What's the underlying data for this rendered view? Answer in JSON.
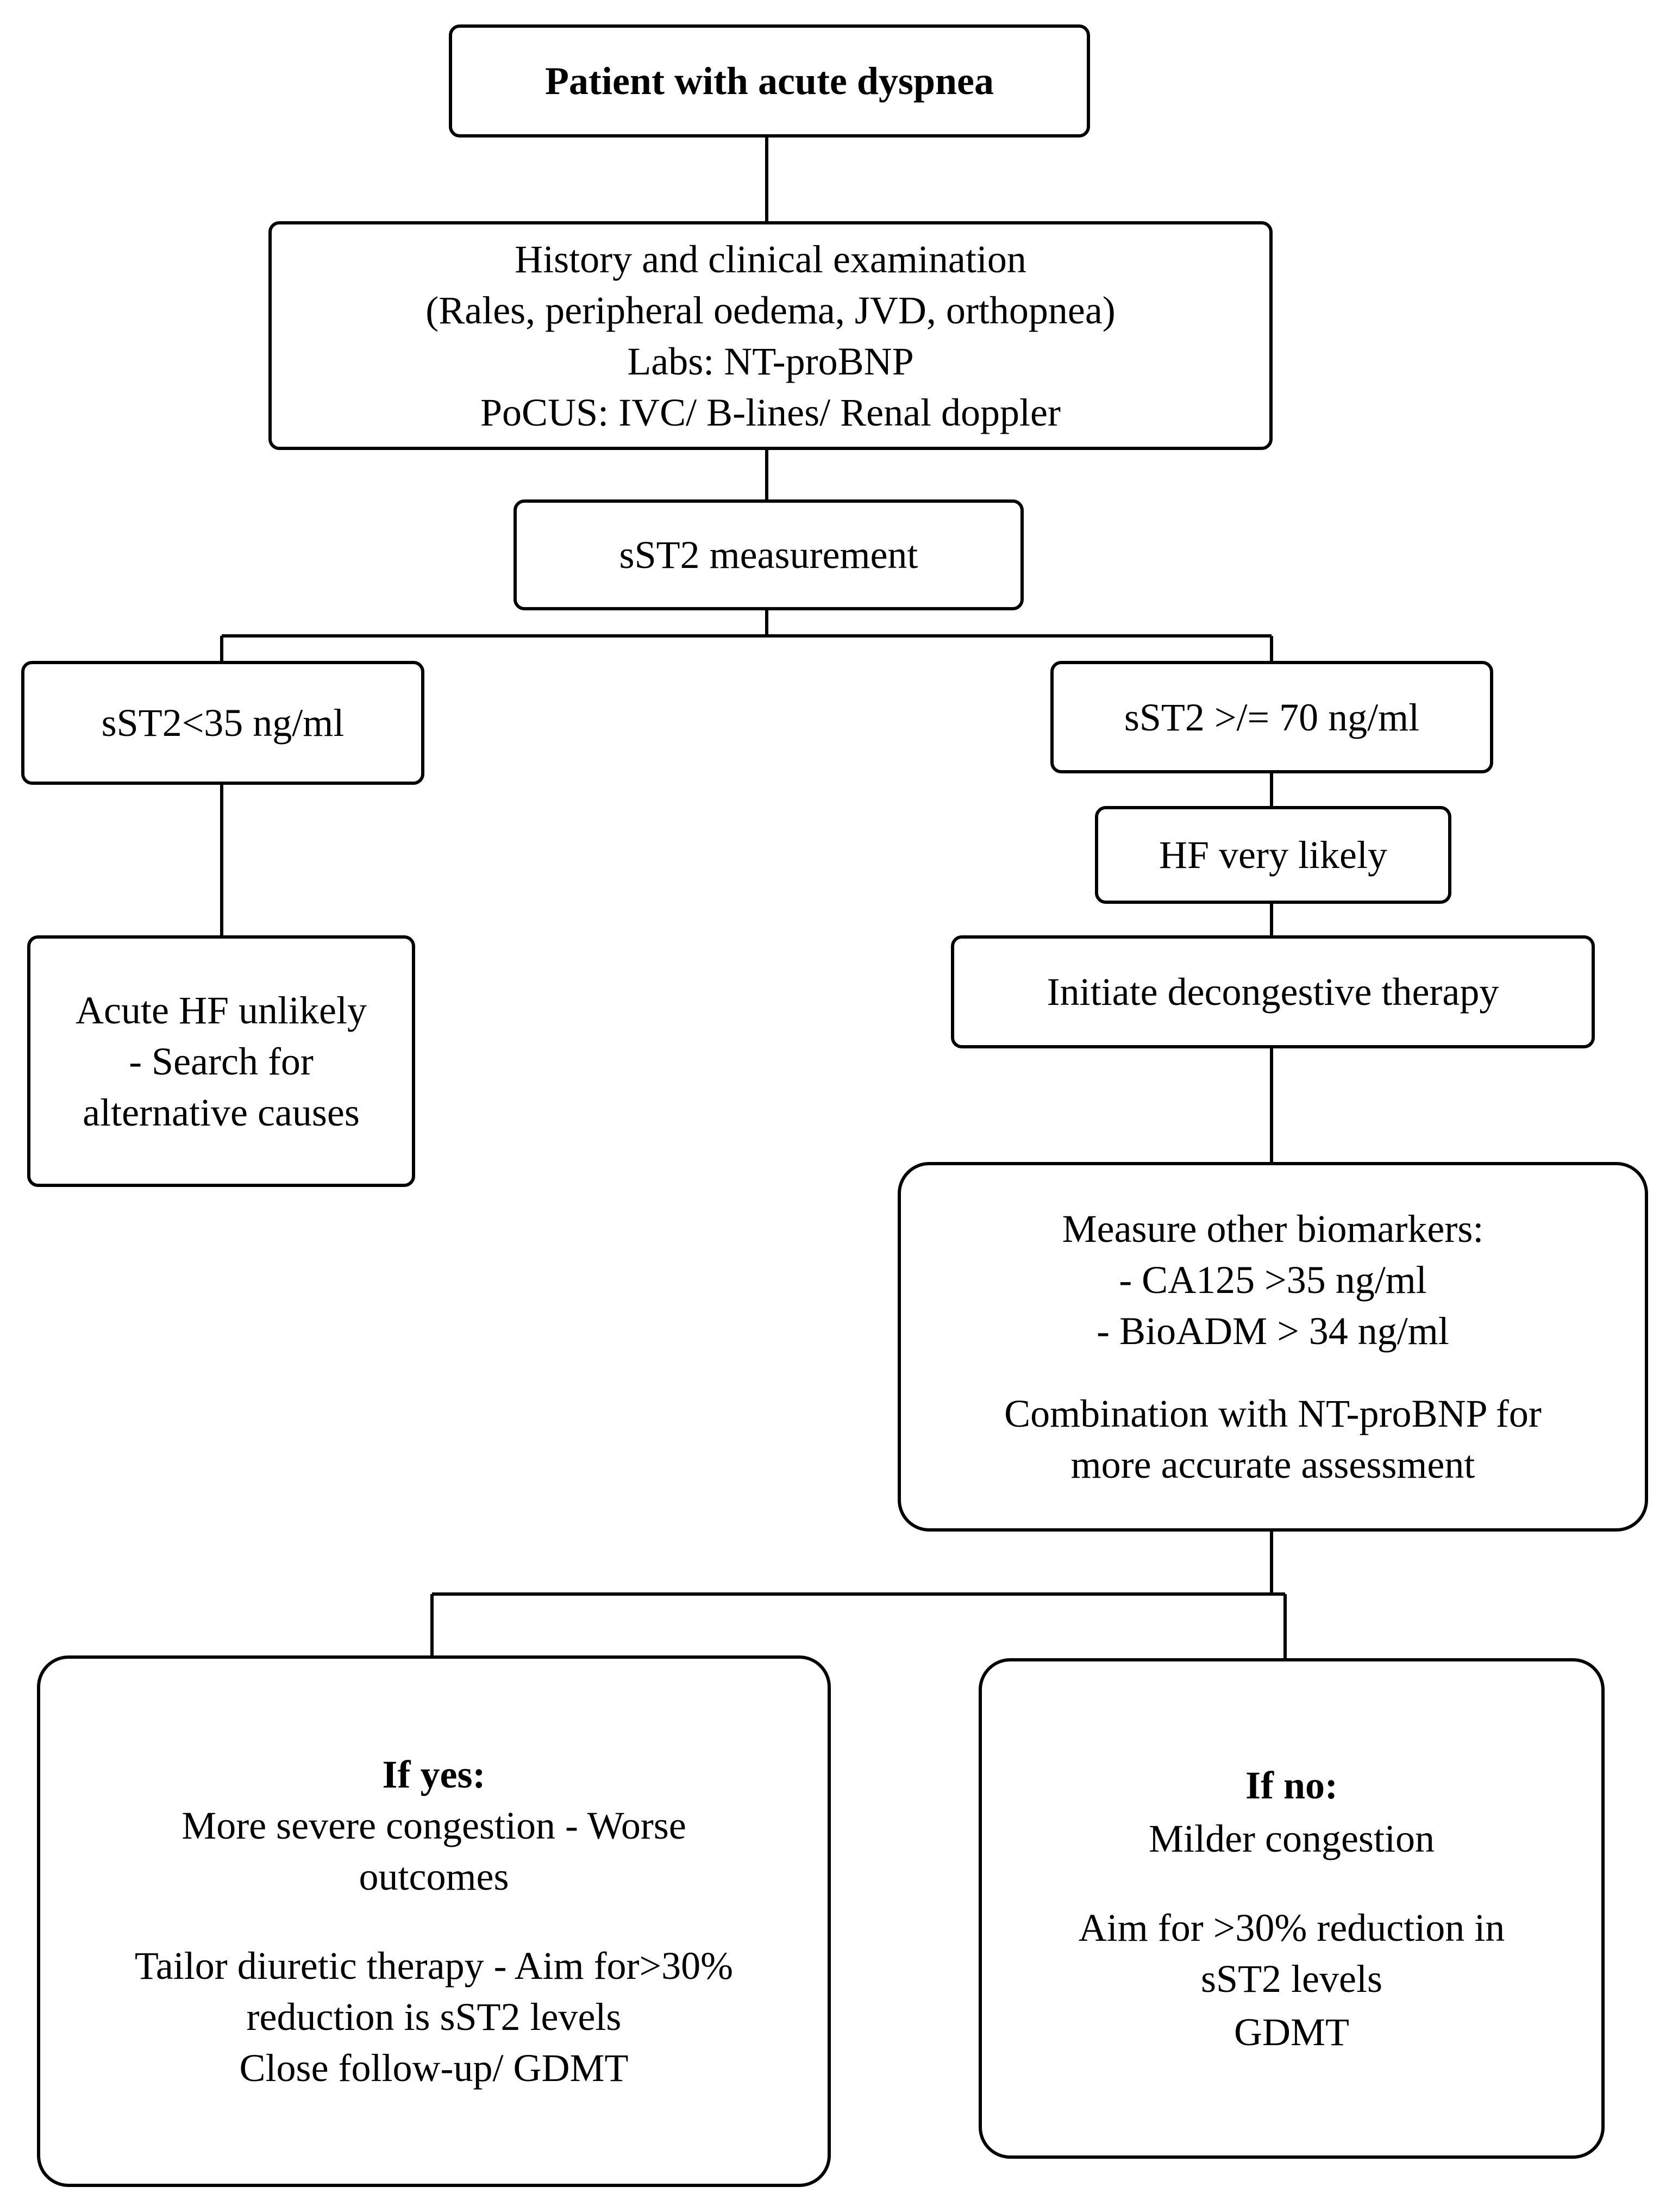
{
  "flowchart": {
    "start": {
      "text": "Patient with acute dyspnea"
    },
    "assessment": {
      "lines": [
        "History and clinical examination",
        "(Rales, peripheral oedema, JVD, orthopnea)",
        "Labs: NT-proBNP",
        "PoCUS: IVC/ B-lines/ Renal doppler"
      ]
    },
    "measurement": {
      "text": "sST2 measurement"
    },
    "low_branch": {
      "threshold": "sST2<35 ng/ml",
      "outcome_lines": [
        "Acute HF unlikely",
        "- Search for",
        "alternative causes"
      ]
    },
    "high_branch": {
      "threshold": "sST2 >/= 70 ng/ml",
      "likelihood": "HF very likely",
      "therapy": "Initiate decongestive therapy",
      "biomarkers": {
        "heading": "Measure other biomarkers:",
        "items": [
          "- CA125 >35 ng/ml",
          "- BioADM > 34 ng/ml"
        ],
        "note_lines": [
          "Combination with NT-proBNP for",
          "more accurate assessment"
        ]
      },
      "yes_outcome": {
        "heading": "If yes:",
        "lines": [
          "More severe congestion - Worse",
          "outcomes"
        ],
        "plan_lines": [
          "Tailor  diuretic therapy - Aim for>30%",
          "reduction is sST2 levels",
          "Close follow-up/ GDMT"
        ]
      },
      "no_outcome": {
        "heading": "If no:",
        "line": "Milder congestion",
        "plan_lines": [
          "Aim for >30% reduction in",
          "sST2 levels"
        ],
        "final": "GDMT"
      }
    }
  }
}
